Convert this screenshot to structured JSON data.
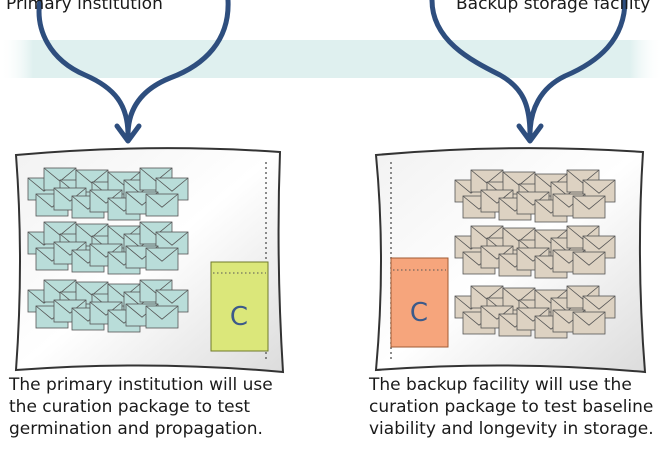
{
  "top_labels": {
    "left": "Primary institution",
    "right": "Backup storage facility"
  },
  "panels": {
    "left": {
      "package_letter": "C",
      "caption_lines": [
        "The primary institution will use",
        "the curation package to test",
        "germination and propagation."
      ]
    },
    "right": {
      "package_letter": "C",
      "caption_lines": [
        "The backup facility will use the",
        "curation package to test baseline",
        "viability and longevity in storage."
      ]
    }
  },
  "colors": {
    "band": "#dff0ef",
    "arrow": "#2e4e7e",
    "envelope_left": "#b9ddd9",
    "envelope_right": "#ddd2c2",
    "envelope_stroke": "#555555",
    "package_left": "#dbe77a",
    "package_right": "#f6a57c",
    "letter": "#3c5a8a"
  },
  "icons": [
    "curved-arrow-icon",
    "envelope-icon",
    "seed-package-icon"
  ]
}
